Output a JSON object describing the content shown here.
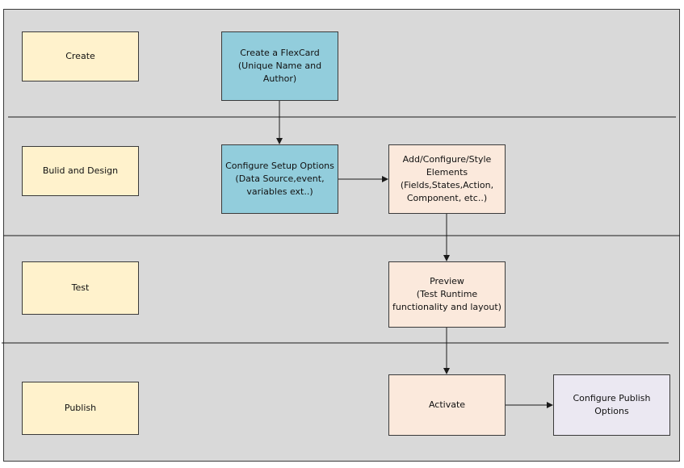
{
  "colors": {
    "background": "#d9d9d9",
    "lane_label_fill": "#fff2cc",
    "primary_step_fill": "#92cddc",
    "secondary_step_fill": "#fbe9dc",
    "final_step_fill": "#ebe8f2",
    "line": "#1a1a1a"
  },
  "lanes": [
    {
      "label": "Create"
    },
    {
      "label": "Bulid and Design"
    },
    {
      "label": "Test"
    },
    {
      "label": "Publish"
    }
  ],
  "steps": {
    "create_flexcard": "Create a FlexCard\n(Unique Name and\nAuthor)",
    "configure_setup": "Configure Setup Options\n(Data Source,event,\nvariables ext..)",
    "add_configure_style": "Add/Configure/Style\nElements\n(Fields,States,Action,\nComponent, etc..)",
    "preview": "Preview\n(Test Runtime\nfunctionality and layout)",
    "activate": "Activate",
    "configure_publish": "Configure Publish\nOptions"
  }
}
